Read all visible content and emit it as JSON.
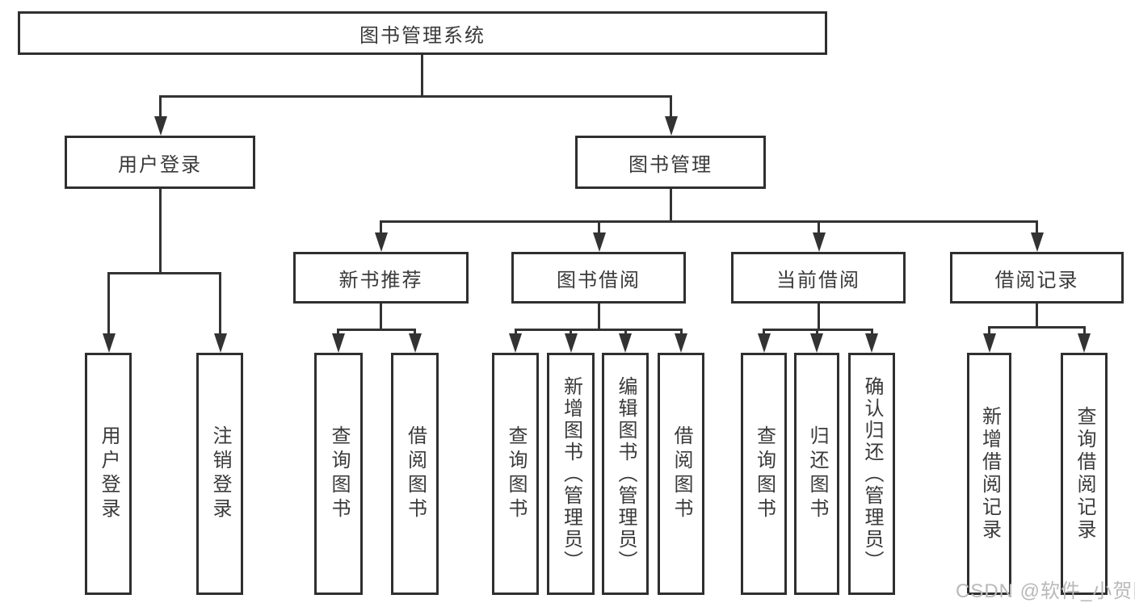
{
  "diagram": {
    "title": "图书管理系统",
    "root": {
      "label": "图书管理系统"
    },
    "level2": [
      {
        "label": "用户登录"
      },
      {
        "label": "图书管理"
      }
    ],
    "level3": [
      {
        "label": "新书推荐"
      },
      {
        "label": "图书借阅"
      },
      {
        "label": "当前借阅"
      },
      {
        "label": "借阅记录"
      }
    ],
    "leaves": {
      "user_login": [
        {
          "label": "用户登录"
        },
        {
          "label": "注销登录"
        }
      ],
      "new_book": [
        {
          "label": "查询图书"
        },
        {
          "label": "借阅图书"
        }
      ],
      "book_borrow": [
        {
          "label": "查询图书"
        },
        {
          "label": "新增图书（管理员）"
        },
        {
          "label": "编辑图书（管理员）"
        },
        {
          "label": "借阅图书"
        }
      ],
      "current_borrow": [
        {
          "label": "查询图书"
        },
        {
          "label": "归还图书"
        },
        {
          "label": "确认归还（管理员）"
        }
      ],
      "borrow_record": [
        {
          "label": "新增借阅记录"
        },
        {
          "label": "查询借阅记录"
        }
      ]
    }
  },
  "watermark": {
    "text": "CSDN @软件_小贺同学"
  },
  "colors": {
    "line": "#333333",
    "box_border": "#2f2f2f",
    "text": "#3a3a3a",
    "watermark": "#b9b9b9",
    "background": "#ffffff"
  }
}
